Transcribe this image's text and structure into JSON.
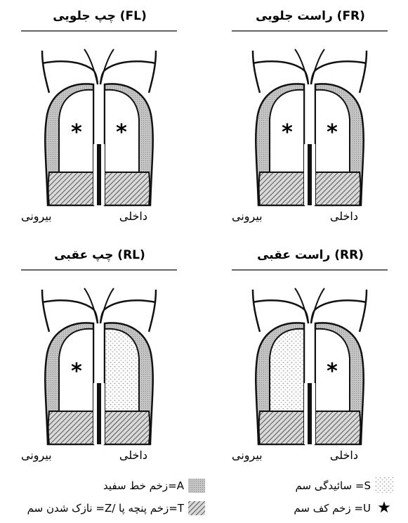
{
  "panels": [
    {
      "key": "FR",
      "title": "راست جلویی (FR)",
      "label_left": "بیرونی",
      "label_right": "داخلی",
      "left_fill": "plain",
      "right_fill": "plain",
      "left_star": true,
      "right_star": true
    },
    {
      "key": "FL",
      "title": "چپ جلویی (FL)",
      "label_left": "بیرونی",
      "label_right": "داخلی",
      "left_fill": "plain",
      "right_fill": "plain",
      "left_star": true,
      "right_star": true
    },
    {
      "key": "RR",
      "title": "راست عقبی (RR)",
      "label_left": "بیرونی",
      "label_right": "داخلی",
      "left_fill": "dots",
      "right_fill": "plain",
      "left_star": false,
      "right_star": true
    },
    {
      "key": "RL",
      "title": "چپ عقبی (RL)",
      "label_left": "بیرونی",
      "label_right": "داخلی",
      "left_fill": "plain",
      "right_fill": "dots",
      "left_star": true,
      "right_star": false
    }
  ],
  "legend": {
    "S": "سائیدگی سم =S",
    "A": "زخم خط سفید=A",
    "U": "زخم کف سم =U",
    "TZ": "نازک شدن سم =Z/ زخم پنچه پا=T"
  },
  "colors": {
    "outline": "#111111",
    "white_line_fill": "#b8b8b8",
    "toe_hatch": "#555555",
    "sole_dots": "#9a9a9a"
  }
}
